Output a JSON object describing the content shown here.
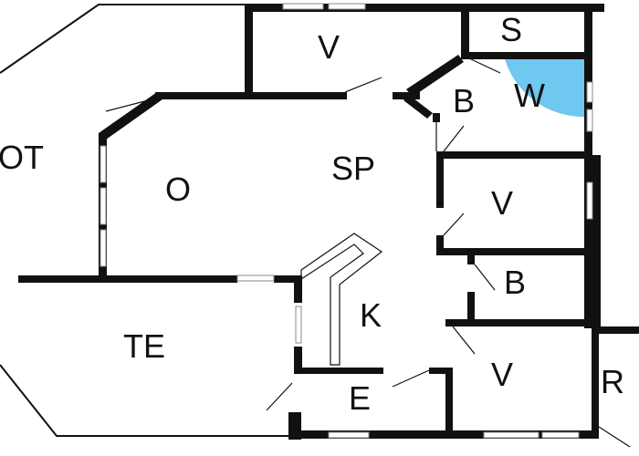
{
  "accent_colors": {
    "washroom": "#6ec8ef",
    "walls": "#111111"
  },
  "rooms": [
    {
      "id": "ot",
      "label": "OT"
    },
    {
      "id": "v-top",
      "label": "V"
    },
    {
      "id": "s",
      "label": "S"
    },
    {
      "id": "w",
      "label": "W"
    },
    {
      "id": "b-top",
      "label": "B"
    },
    {
      "id": "sp",
      "label": "SP"
    },
    {
      "id": "o",
      "label": "O"
    },
    {
      "id": "v-mid",
      "label": "V"
    },
    {
      "id": "b-mid",
      "label": "B"
    },
    {
      "id": "k",
      "label": "K"
    },
    {
      "id": "te",
      "label": "TE"
    },
    {
      "id": "v-bot",
      "label": "V"
    },
    {
      "id": "e",
      "label": "E"
    },
    {
      "id": "r",
      "label": "R"
    }
  ]
}
